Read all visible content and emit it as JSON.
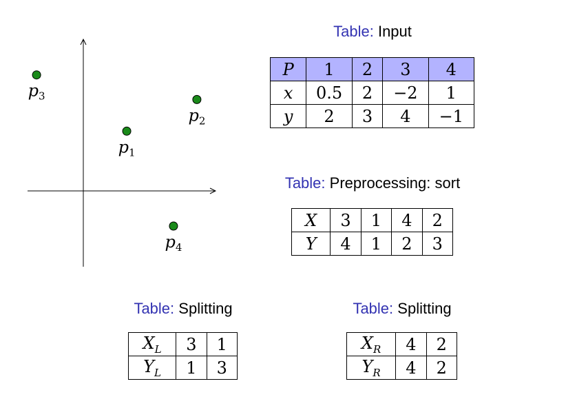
{
  "figure": {
    "points": [
      {
        "label": "p",
        "sub": "1",
        "x": 1.3,
        "y": 1.7
      },
      {
        "label": "p",
        "sub": "2",
        "x": 3.4,
        "y": 2.6
      },
      {
        "label": "p",
        "sub": "3",
        "x": -1.4,
        "y": 3.3
      },
      {
        "label": "p",
        "sub": "4",
        "x": 2.7,
        "y": -1.0
      }
    ],
    "point_color": "#1a8a1a"
  },
  "table_input": {
    "caption_kw": "Table:",
    "caption": "Input",
    "header": [
      "P",
      "1",
      "2",
      "3",
      "4"
    ],
    "rows": [
      [
        "x",
        "0.5",
        "2",
        "−2",
        "1"
      ],
      [
        "y",
        "2",
        "3",
        "4",
        "−1"
      ]
    ],
    "header_bg": "#b3b3ff"
  },
  "table_sort": {
    "caption_kw": "Table:",
    "caption": "Preprocessing: sort",
    "rows": [
      [
        "X",
        "3",
        "1",
        "4",
        "2"
      ],
      [
        "Y",
        "4",
        "1",
        "2",
        "3"
      ]
    ]
  },
  "table_split_left": {
    "caption_kw": "Table:",
    "caption": "Splitting",
    "rows": [
      {
        "var": "X",
        "sub": "L",
        "vals": [
          "3",
          "1"
        ]
      },
      {
        "var": "Y",
        "sub": "L",
        "vals": [
          "1",
          "3"
        ]
      }
    ]
  },
  "table_split_right": {
    "caption_kw": "Table:",
    "caption": "Splitting",
    "rows": [
      {
        "var": "X",
        "sub": "R",
        "vals": [
          "4",
          "2"
        ]
      },
      {
        "var": "Y",
        "sub": "R",
        "vals": [
          "4",
          "2"
        ]
      }
    ]
  }
}
